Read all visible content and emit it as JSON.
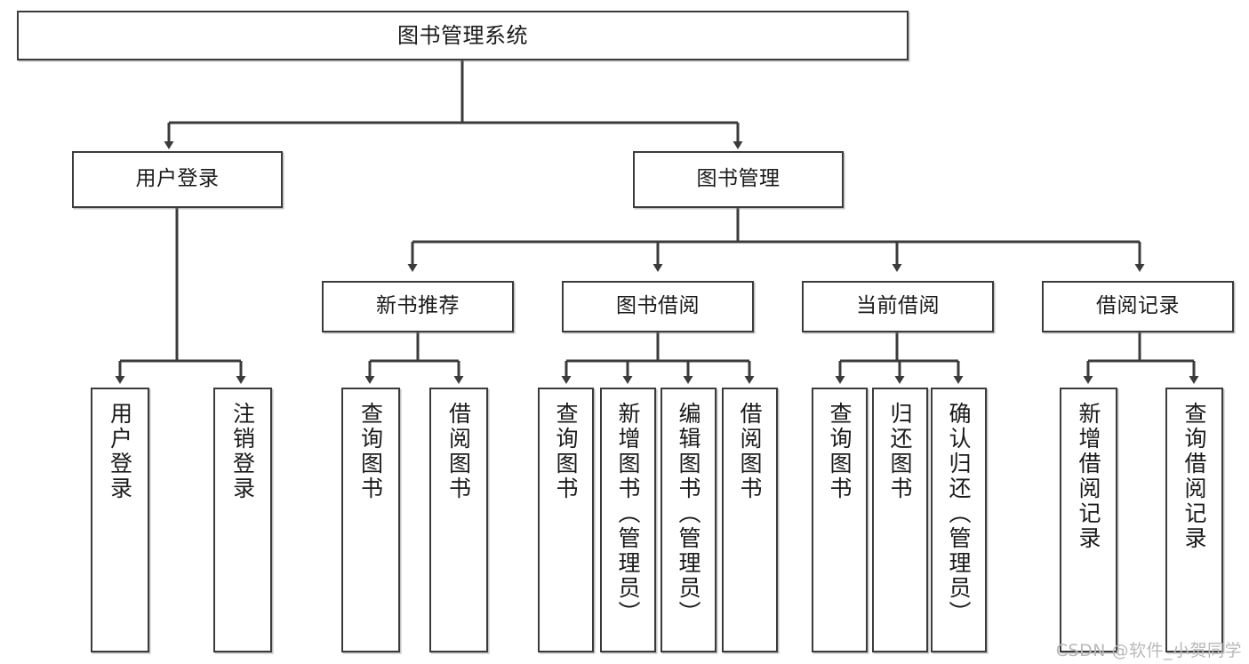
{
  "diagram": {
    "title": "图书管理系统",
    "type": "tree-hierarchy",
    "root": {
      "label": "图书管理系统"
    },
    "level2": [
      {
        "label": "用户登录"
      },
      {
        "label": "图书管理"
      }
    ],
    "level3": [
      {
        "label": "新书推荐"
      },
      {
        "label": "图书借阅"
      },
      {
        "label": "当前借阅"
      },
      {
        "label": "借阅记录"
      }
    ],
    "leaves": {
      "user_login": [
        {
          "label": "用户登录"
        },
        {
          "label": "注销登录"
        }
      ],
      "new_book_recommend": [
        {
          "label": "查询图书"
        },
        {
          "label": "借阅图书"
        }
      ],
      "book_borrow": [
        {
          "label": "查询图书"
        },
        {
          "label": "新增图书（管理员）"
        },
        {
          "label": "编辑图书（管理员）"
        },
        {
          "label": "借阅图书"
        }
      ],
      "current_borrow": [
        {
          "label": "查询图书"
        },
        {
          "label": "归还图书"
        },
        {
          "label": "确认归还（管理员）"
        }
      ],
      "borrow_record": [
        {
          "label": "新增借阅记录"
        },
        {
          "label": "查询借阅记录"
        }
      ]
    }
  },
  "watermark": {
    "text": "CSDN @软件_小贺同学"
  },
  "colors": {
    "stroke": "#3b3b3b",
    "text": "#1a1a1a",
    "background": "#ffffff",
    "watermark": "#b9b9b9"
  }
}
